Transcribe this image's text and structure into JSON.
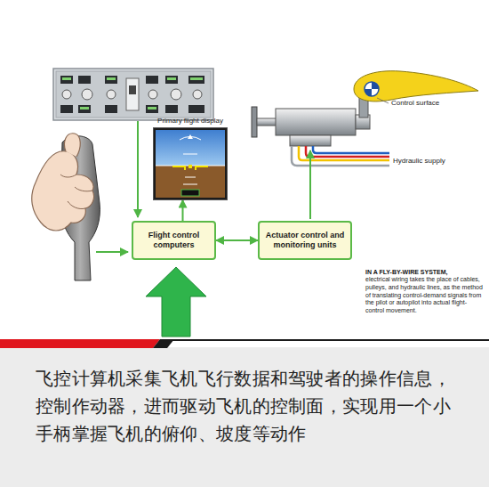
{
  "diagram": {
    "caption": "飞控计算机采集飞机飞行数据和驾驶者的操作信息，控制作动器，进而驱动飞机的控制面，实现用一个小手柄掌握飞机的俯仰、坡度等动作",
    "nodes": [
      {
        "text": [
          "Primary flight display"
        ]
      },
      {
        "text": [
          "Flight control computers"
        ]
      },
      {
        "text": [
          "Actuator control and monitoring units"
        ]
      }
    ],
    "edges": [
      {
        "from": 1,
        "to": 0,
        "arrow": "to"
      },
      {
        "from": 1,
        "to": 2,
        "arrow": "both"
      }
    ],
    "labels": [
      "Control surface",
      "Hydraulic supply",
      "IN A FLY-BY-WIRE SYSTEM,",
      "electrical wiring takes the place of cables, pulleys, and hydraulic lines, as the method of translating control-demand signals from the pilot or autopilot into actual flight-control movement."
    ]
  }
}
